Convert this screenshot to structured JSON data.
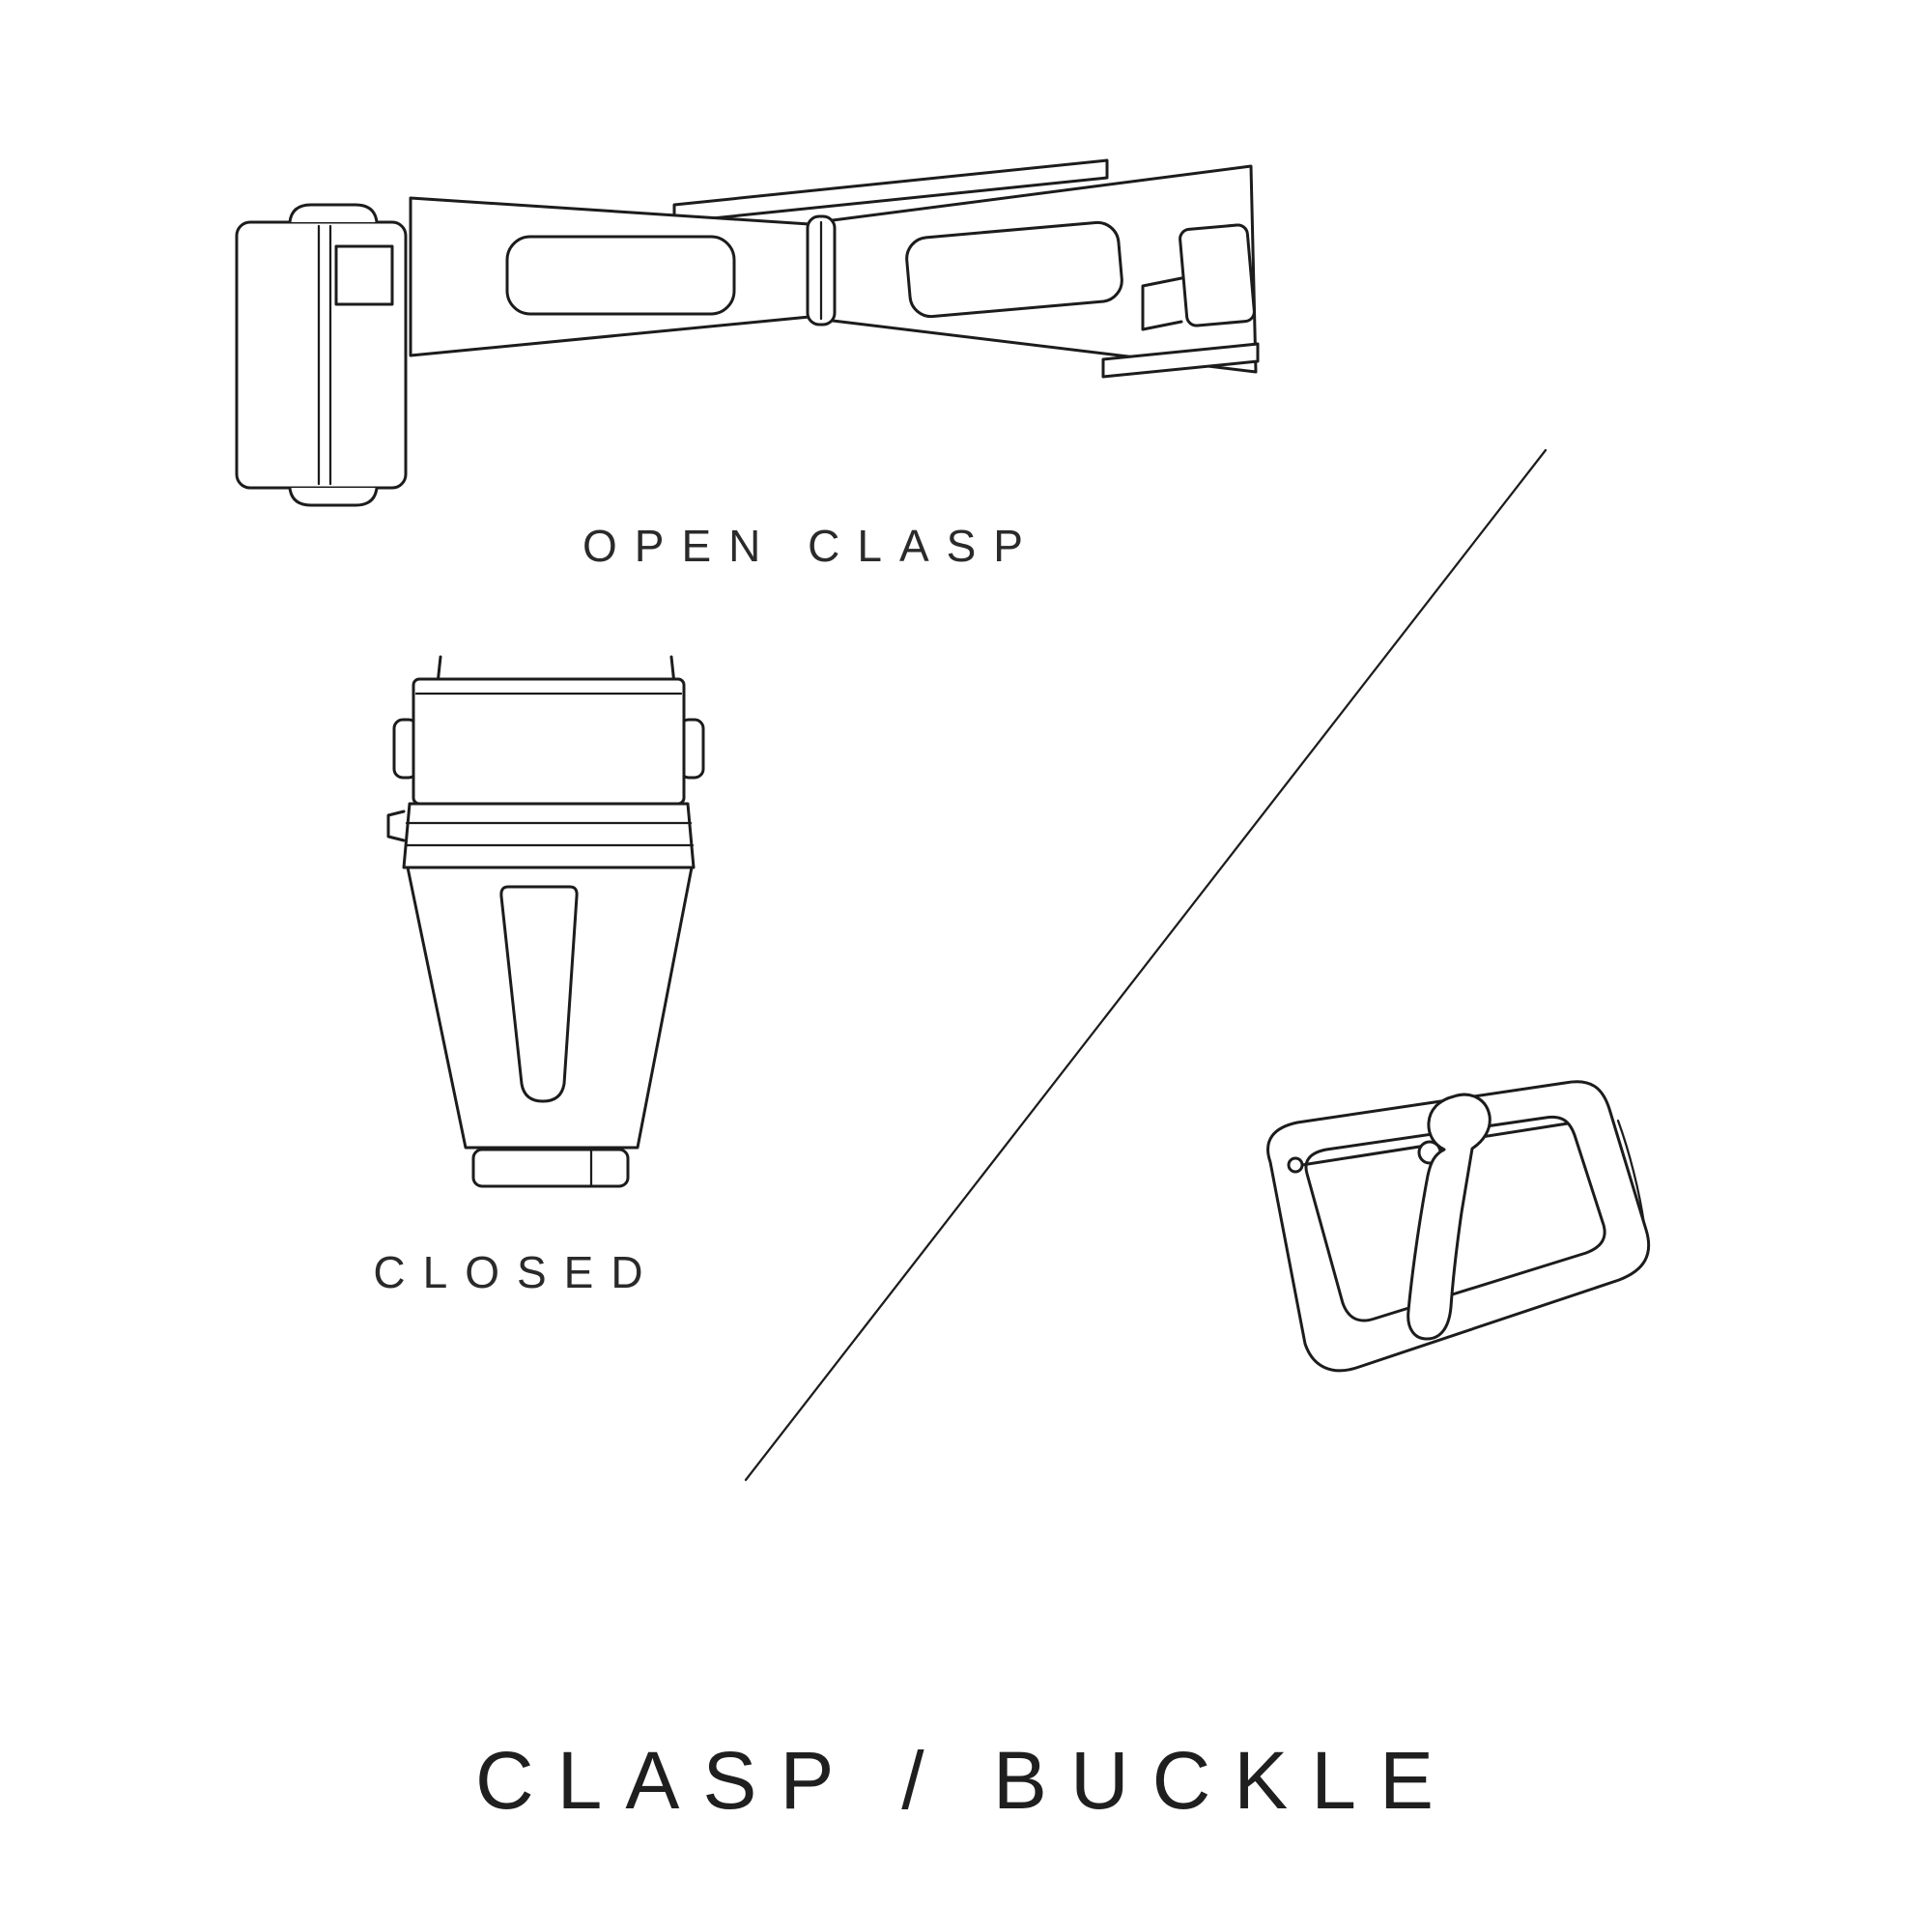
{
  "title": "CLASP / BUCKLE",
  "figures": [
    {
      "name": "open-clasp",
      "label": "OPEN CLASP"
    },
    {
      "name": "closed-clasp",
      "label": "CLOSED"
    },
    {
      "name": "tang-buckle"
    }
  ],
  "divider": {
    "name": "diagonal-divider"
  },
  "colors": {
    "background": "#ffffff",
    "line": "#1c1c1c",
    "text": "#2a2a2a"
  }
}
